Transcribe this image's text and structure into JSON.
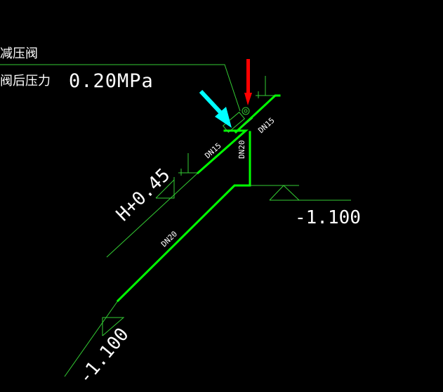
{
  "annotation": {
    "device": "减压阀",
    "pressure_label": "阀后压力",
    "pressure_value": "0.20MPa"
  },
  "pipes": {
    "dn15_lower": "DN15",
    "dn15_upper": "DN15",
    "dn20_vertical": "DN20",
    "dn20_long": "DN20"
  },
  "elevations": {
    "h045": "H+0.45",
    "right": "-1.100",
    "bottom": "-1.100"
  },
  "colors": {
    "pipe": "#00ff00",
    "cad_line": "#33cc33",
    "pointer_red": "#ff0000",
    "pointer_cyan": "#00ffff",
    "text": "#ffffff"
  }
}
